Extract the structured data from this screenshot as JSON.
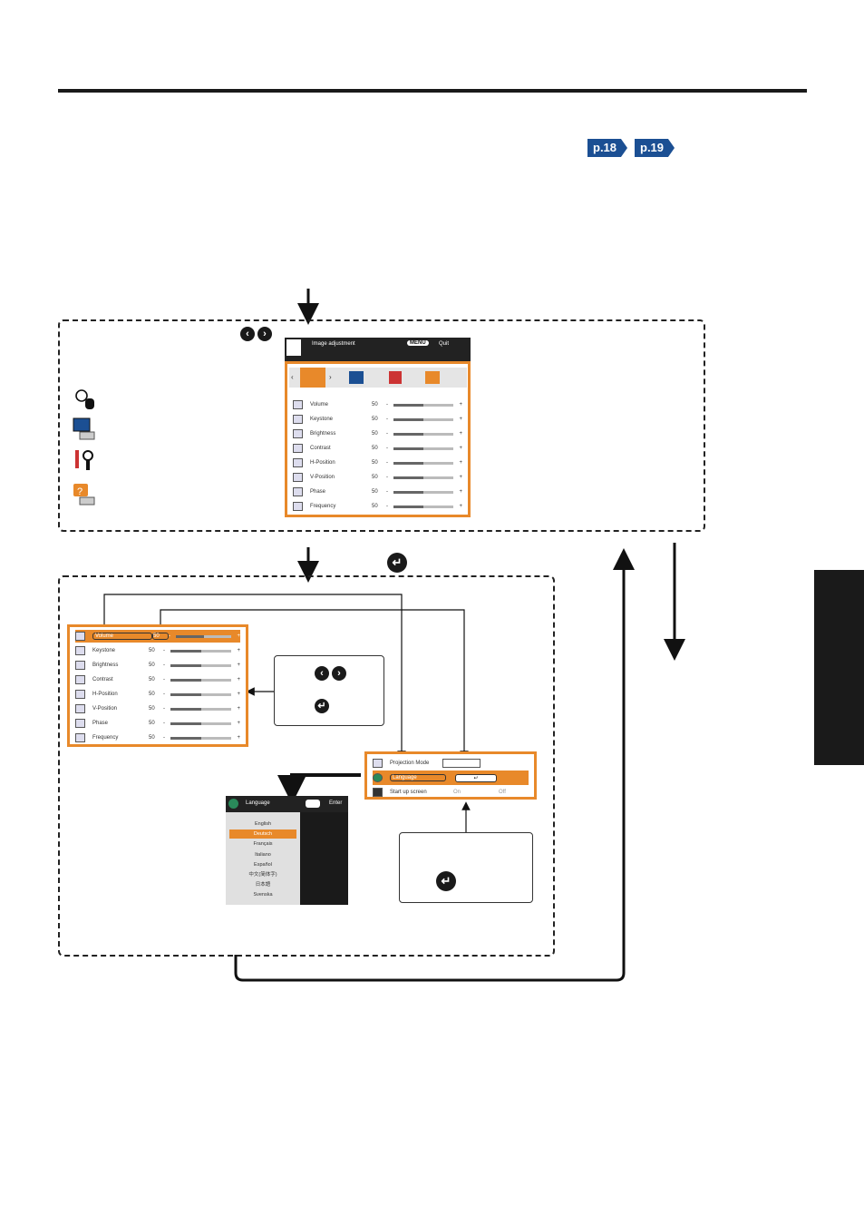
{
  "page_refs": [
    "p.18",
    "p.19"
  ],
  "nav_glyphs": {
    "left": "‹",
    "right": "›",
    "enter": "↵"
  },
  "main_menu": {
    "title": "Image adjustment",
    "menu_key": "MENU",
    "quit_label": "Quit",
    "categories": [
      "image-adjustment-icon",
      "display-icon",
      "tools-icon",
      "help-icon"
    ],
    "rows": [
      {
        "label": "Volume",
        "value": "50"
      },
      {
        "label": "Keystone",
        "value": "50"
      },
      {
        "label": "Brightness",
        "value": "50"
      },
      {
        "label": "Contrast",
        "value": "50"
      },
      {
        "label": "H-Position",
        "value": "50"
      },
      {
        "label": "V-Position",
        "value": "50"
      },
      {
        "label": "Phase",
        "value": "50"
      },
      {
        "label": "Frequency",
        "value": "50"
      }
    ],
    "row_icons": [
      "speaker-icon",
      "keystone-icon",
      "sun-icon",
      "contrast-icon",
      "h-position-icon",
      "v-position-icon",
      "phase-icon",
      "frequency-icon"
    ]
  },
  "sub_menu": {
    "minus": "-",
    "plus": "+",
    "rows": [
      {
        "label": "Volume",
        "value": "50"
      },
      {
        "label": "Keystone",
        "value": "50"
      },
      {
        "label": "Brightness",
        "value": "50"
      },
      {
        "label": "Contrast",
        "value": "50"
      },
      {
        "label": "H-Position",
        "value": "50"
      },
      {
        "label": "V-Position",
        "value": "50"
      },
      {
        "label": "Phase",
        "value": "50"
      },
      {
        "label": "Frequency",
        "value": "50"
      }
    ]
  },
  "settings_menu": {
    "rows": [
      {
        "label": "Projection Mode",
        "value": ""
      },
      {
        "label": "Language",
        "value": "↵"
      },
      {
        "label": "Start up screen",
        "value": "On",
        "value2": "Off"
      }
    ]
  },
  "language_menu": {
    "title": "Language",
    "enter_label": "Enter",
    "items": [
      "English",
      "Deutsch",
      "Français",
      "Italiano",
      "Español",
      "中文(简体字)",
      "日本語",
      "Svenska"
    ]
  },
  "colors": {
    "accent": "#e8892a",
    "ref_badge": "#1b4f93",
    "sidetab": "#1a1a1a"
  }
}
